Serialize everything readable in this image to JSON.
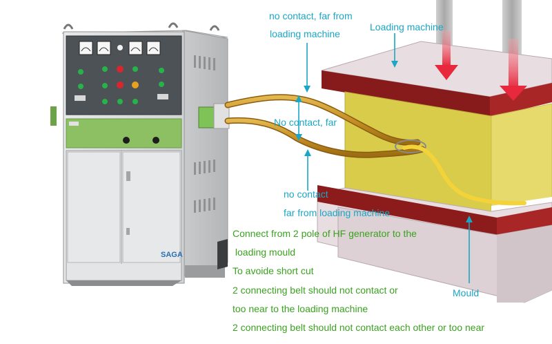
{
  "labels": {
    "top_gap_line1": "no contact, far from",
    "top_gap_line2": "loading machine",
    "loading_machine": "Loading machine",
    "middle_gap": "No contact, far",
    "bottom_gap_line1": "no contact",
    "bottom_gap_line2": "far from loading machine",
    "mould": "Mould",
    "brand": "SAGA"
  },
  "notes": [
    "Connect from 2 pole of HF generator to the",
    " loading mould",
    "To avoide short cut",
    "2 connecting belt should not contact or",
    "too near to the loading machine",
    "2 connecting belt should not contact each other or too near"
  ],
  "colors": {
    "label_cyan": "#1aa6c4",
    "note_green": "#3aa21f",
    "press_arrow_red": "#e8283c",
    "mould_yellow": "#d8cc4a",
    "platen_red": "#8c1b1b",
    "generator_green": "#8cc063"
  }
}
